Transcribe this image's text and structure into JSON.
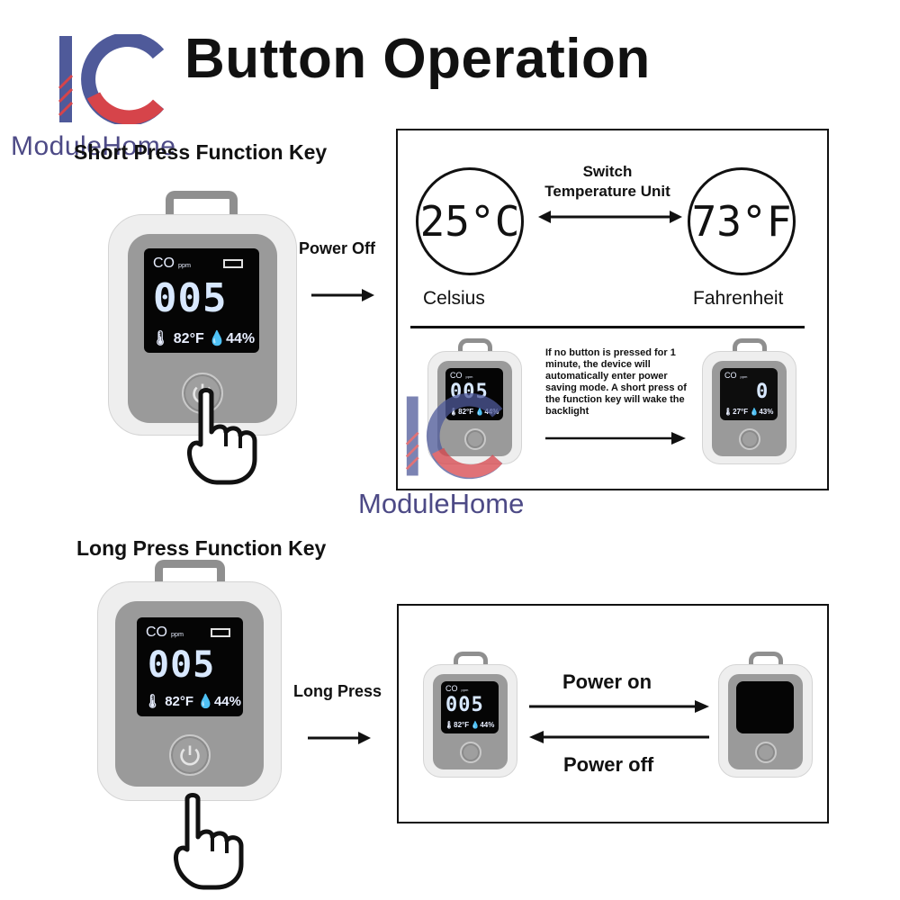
{
  "title": "Button Operation",
  "brand": {
    "logo_letters": "IC",
    "logo_text": "ModuleHome",
    "colors": {
      "blue": "#4f5a9a",
      "red": "#d6444a",
      "text": "#4d4a86"
    }
  },
  "short_press": {
    "heading": "Short Press Function Key",
    "action_label": "Power Off",
    "switch_label_line1": "Switch",
    "switch_label_line2": "Temperature Unit",
    "celsius": {
      "display": "25°C",
      "label": "Celsius"
    },
    "fahrenheit": {
      "display": "73°F",
      "label": "Fahrenheit"
    },
    "note": "If no button is pressed for 1 minute, the device will automatically enter power saving mode. A short press of the function key will wake the backlight"
  },
  "long_press": {
    "heading": "Long Press Function Key",
    "action_label": "Long Press",
    "power_on": "Power on",
    "power_off": "Power off"
  },
  "device": {
    "gas": "CO",
    "unit": "ppm",
    "reading": "005",
    "temp": "82°F",
    "humidity": "44%",
    "saving_reading": "0",
    "saving_temp": "27°F",
    "saving_humidity": "43%"
  }
}
